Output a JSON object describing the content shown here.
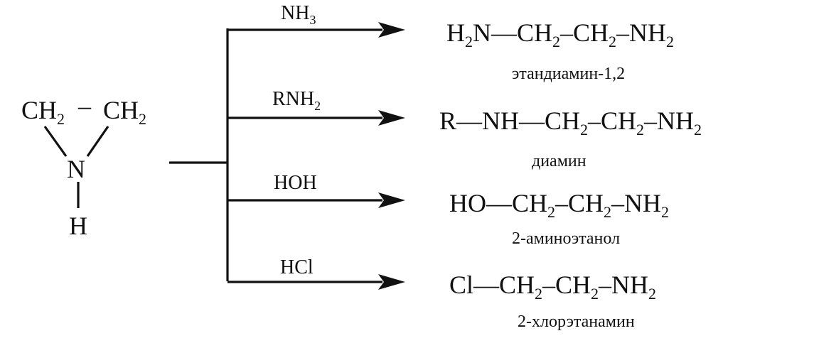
{
  "reactant": {
    "ch2_left": "CH",
    "ch2_left_sub": "2",
    "ring_bond": "–",
    "ch2_right": "CH",
    "ch2_right_sub": "2",
    "n": "N",
    "h": "H"
  },
  "reactions": [
    {
      "reagent": {
        "main": "NH",
        "sub": "3",
        "tail": ""
      },
      "product": [
        {
          "t": "H"
        },
        {
          "s": "2"
        },
        {
          "t": "N—CH"
        },
        {
          "s": "2"
        },
        {
          "t": "–CH"
        },
        {
          "s": "2"
        },
        {
          "t": "–NH"
        },
        {
          "s": "2"
        }
      ],
      "name": "этандиамин-1,2"
    },
    {
      "reagent": {
        "main": "RNH",
        "sub": "2",
        "tail": ""
      },
      "product": [
        {
          "t": "R—NH—CH"
        },
        {
          "s": "2"
        },
        {
          "t": "–CH"
        },
        {
          "s": "2"
        },
        {
          "t": "–NH"
        },
        {
          "s": "2"
        }
      ],
      "name": "диамин"
    },
    {
      "reagent": {
        "main": "HOH",
        "sub": "",
        "tail": ""
      },
      "product": [
        {
          "t": "HO—CH"
        },
        {
          "s": "2"
        },
        {
          "t": "–CH"
        },
        {
          "s": "2"
        },
        {
          "t": "–NH"
        },
        {
          "s": "2"
        }
      ],
      "name": "2-аминоэтанол"
    },
    {
      "reagent": {
        "main": "HCl",
        "sub": "",
        "tail": ""
      },
      "product": [
        {
          "t": "Cl—CH"
        },
        {
          "s": "2"
        },
        {
          "t": "–CH"
        },
        {
          "s": "2"
        },
        {
          "t": "–NH"
        },
        {
          "s": "2"
        }
      ],
      "name": "2-хлорэтанамин"
    }
  ]
}
